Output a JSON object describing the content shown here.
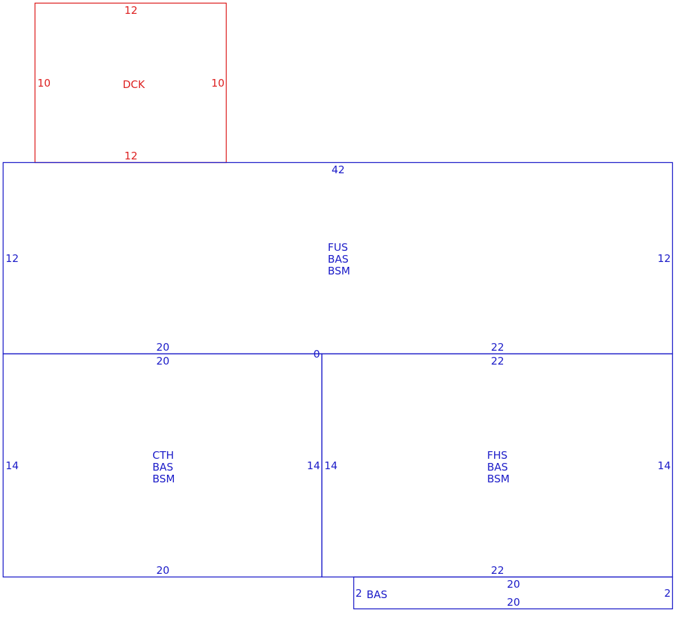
{
  "colors": {
    "deck": "#dd2020",
    "main": "#1a1ac8"
  },
  "areas": {
    "deck": {
      "label": "DCK",
      "dims": {
        "top": "12",
        "bottom": "12",
        "left": "10",
        "right": "10"
      }
    },
    "upper": {
      "label_lines": [
        "FUS",
        "BAS",
        "BSM"
      ],
      "dims": {
        "top": "42",
        "left": "12",
        "right": "12",
        "bottom_left": "20",
        "bottom_right": "22",
        "junction": "0"
      }
    },
    "lower_left": {
      "label_lines": [
        "CTH",
        "BAS",
        "BSM"
      ],
      "dims": {
        "top": "20",
        "bottom": "20",
        "left": "14",
        "right": "14"
      }
    },
    "lower_right": {
      "label_lines": [
        "FHS",
        "BAS",
        "BSM"
      ],
      "dims": {
        "top": "22",
        "bottom": "22",
        "left": "14",
        "right": "14"
      }
    },
    "strip": {
      "label": "BAS",
      "dims": {
        "top": "20",
        "bottom": "20",
        "left": "2",
        "right": "2"
      }
    }
  }
}
